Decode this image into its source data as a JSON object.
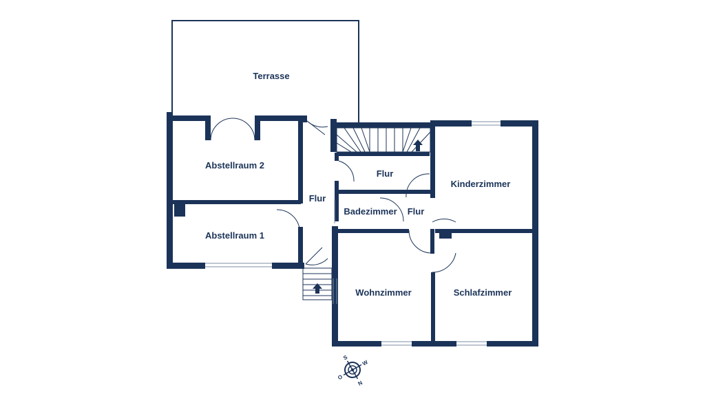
{
  "colors": {
    "wall": "#1b3358",
    "background": "#ffffff",
    "window": "#7d8da6"
  },
  "rooms": {
    "terrasse": "Terrasse",
    "abstellraum2": "Abstellraum 2",
    "abstellraum1": "Abstellraum 1",
    "flur_main": "Flur",
    "flur_upper": "Flur",
    "flur_center": "Flur",
    "badezimmer": "Badezimmer",
    "kinderzimmer": "Kinderzimmer",
    "wohnzimmer": "Wohnzimmer",
    "schlafzimmer": "Schlafzimmer"
  },
  "compass": {
    "north": "N",
    "south": "S",
    "west": "W",
    "east": "O"
  },
  "icons": {
    "stair_arrow": "arrow-up-icon",
    "compass": "compass-icon"
  }
}
